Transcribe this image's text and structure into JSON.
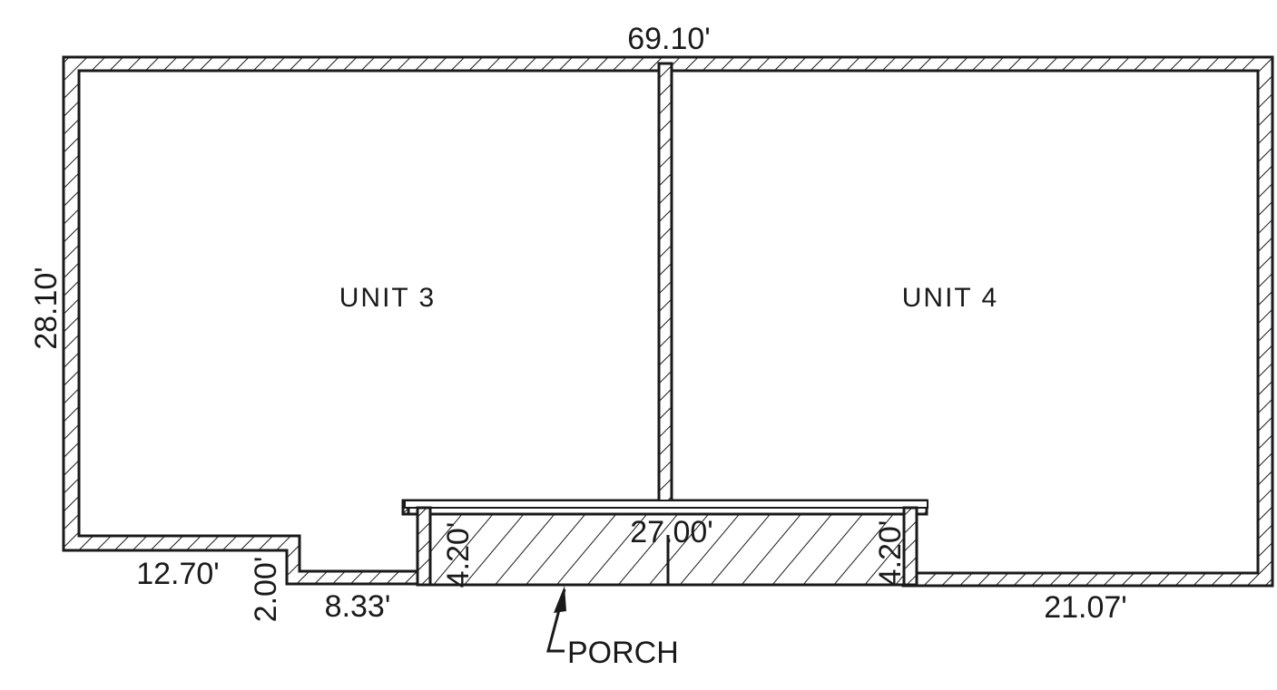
{
  "plan": {
    "units": [
      {
        "label": "UNIT 3"
      },
      {
        "label": "UNIT 4"
      }
    ],
    "porch": {
      "label": "PORCH"
    },
    "dimensions": {
      "overall_width": "69.10'",
      "overall_depth": "28.10'",
      "porch_width": "27.00'",
      "porch_depth_left": "4.20'",
      "porch_depth_right": "4.20'",
      "left_front_segment": "12.70'",
      "left_step": "2.00'",
      "left_recess_segment": "8.33'",
      "right_front_segment": "21.07'"
    }
  }
}
